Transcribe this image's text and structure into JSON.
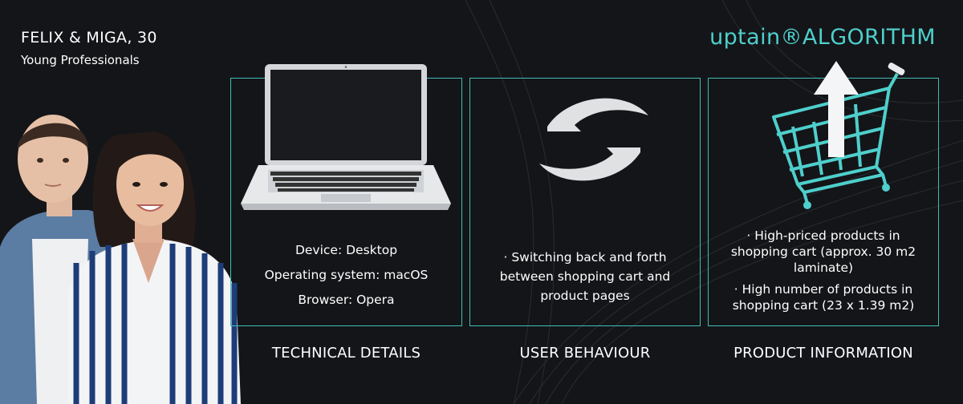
{
  "persona": {
    "name": "FELIX & MIGA, 30",
    "subtitle": "Young Professionals"
  },
  "brand": {
    "logo_text": "uptain®ALGORITHM",
    "accent_color": "#4ecfcc"
  },
  "cards": [
    {
      "icon": "laptop-icon",
      "lines": [
        "Device: Desktop",
        "Operating system: macOS",
        "Browser: Opera"
      ],
      "title": "TECHNICAL DETAILS"
    },
    {
      "icon": "refresh-arrows-icon",
      "lines": [
        "· Switching back and forth",
        "between shopping cart and",
        "product pages"
      ],
      "title": "USER BEHAVIOUR"
    },
    {
      "icon": "shopping-cart-up-icon",
      "lines": [
        "· High-priced products in",
        "shopping cart (approx. 30 m2",
        "laminate)",
        "· High number of products in",
        "shopping cart (23 x 1.39 m2)"
      ],
      "title": "PRODUCT INFORMATION"
    }
  ]
}
